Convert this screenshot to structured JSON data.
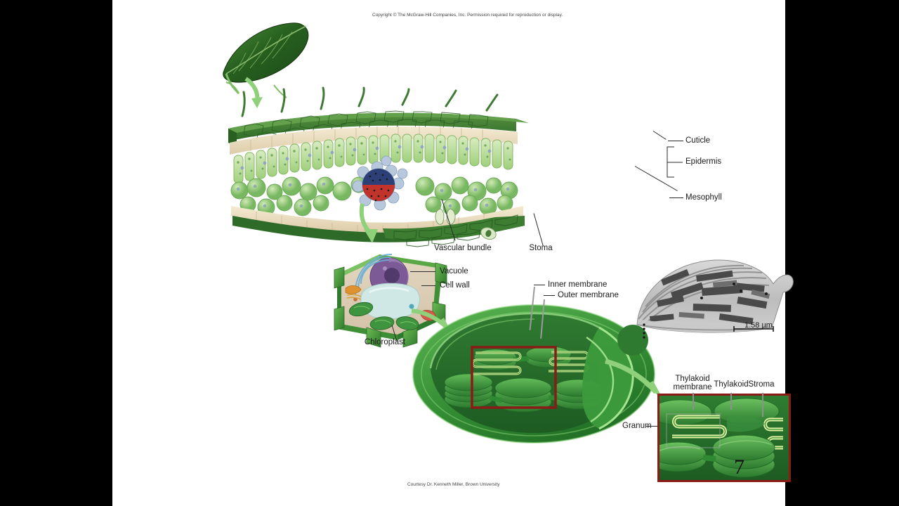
{
  "slide": {
    "copyright": "Copyright © The McGraw-Hill Companies, Inc.  Permission required for reproduction or display.",
    "credit": "Courtesy Dr. Kenneth Miller, Brown University",
    "page_number": "7",
    "background": "#ffffff",
    "letterbox_color": "#000000"
  },
  "figure": {
    "title_hidden": "Leaf to chloroplast structure",
    "leaf_labels": {
      "cuticle": "Cuticle",
      "epidermis": "Epidermis",
      "mesophyll": "Mesophyll",
      "vascular_bundle": "Vascular bundle",
      "stoma": "Stoma"
    },
    "cell_labels": {
      "vacuole": "Vacuole",
      "cell_wall": "Cell wall",
      "chloroplast": "Chloroplast"
    },
    "chloroplast_labels": {
      "inner_membrane": "Inner membrane",
      "outer_membrane": "Outer membrane",
      "granum": "Granum"
    },
    "inset_labels": {
      "thylakoid_membrane_line1": "Thylakoid",
      "thylakoid_membrane_line2": "membrane",
      "thylakoid": "Thylakoid",
      "stroma": "Stroma"
    },
    "micrograph": {
      "scale_bar": "1.58 µm",
      "type": "transmission electron micrograph"
    },
    "colors": {
      "upper_epidermis": "#3f7a35",
      "cuticle": "#e8dcc0",
      "palisade": "#a8cf7e",
      "spongy": "#8cc070",
      "chloroplast_dark": "#2f7a31",
      "chloroplast_mid": "#3f9440",
      "chloroplast_light": "#6fc46a",
      "thylakoid_outline": "#d8f08a",
      "arrow_green": "#8fd07a",
      "inset_border": "#8a1b16",
      "vascular_blue": "#93aecb",
      "vascular_red": "#c0342c",
      "nucleus_purple": "#7b5a96",
      "vacuole_blue": "#cfe8e6"
    }
  }
}
